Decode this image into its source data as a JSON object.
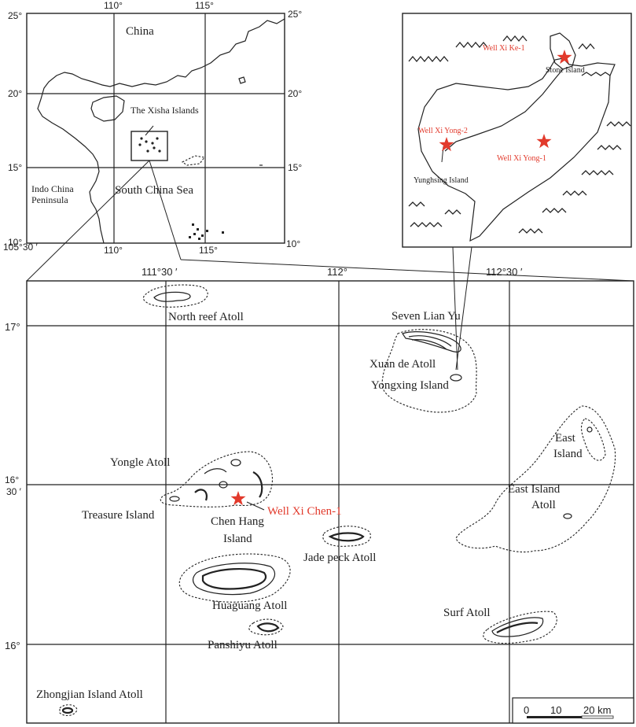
{
  "overview": {
    "top_lon_labels": [
      "110°",
      "115°"
    ],
    "bottom_lon_labels": [
      "105°30 ′",
      "110°",
      "115°",
      "10°"
    ],
    "left_lat_labels": [
      "25°",
      "20°",
      "15°",
      "10°"
    ],
    "right_lat_labels": [
      "25°",
      "20°",
      "15°"
    ],
    "labels": {
      "china": "China",
      "xisha": "The Xisha Islands",
      "south_china_sea": "South China Sea",
      "indochina_line1": "Indo China",
      "indochina_line2": "Peninsula"
    }
  },
  "inset": {
    "wells": [
      {
        "name": "Well Xi Ke-1"
      },
      {
        "name": "Well Xi Yong-2"
      },
      {
        "name": "Well Xi Yong-1"
      }
    ],
    "labels": {
      "stone_island": "Stone Island",
      "yunghsing_island": "Yunghsing Island"
    },
    "well_color": "#e23a2c"
  },
  "main_map": {
    "lon_labels": [
      "111°30 ′",
      "112°",
      "112°30 ′"
    ],
    "lat_labels": {
      "lat_17": "17°",
      "lat_16_30_line1": "16°",
      "lat_16_30_line2": "30 ′",
      "lat_16": "16°"
    },
    "atolls": {
      "north_reef": "North reef Atoll",
      "seven_lian_yu": "Seven Lian Yu",
      "xuan_de": "Xuan de Atoll",
      "yongxing": "Yongxing Island",
      "east_island_line1": "East",
      "east_island_line2": "Island",
      "east_island_atoll_line1": "East Island",
      "east_island_atoll_line2": "Atoll",
      "yongle": "Yongle Atoll",
      "treasure_island": "Treasure Island",
      "chen_hang_line1": "Chen Hang",
      "chen_hang_line2": "Island",
      "jade_peck": "Jade peck Atoll",
      "huaguang": "Huaguang Atoll",
      "surf": "Surf Atoll",
      "panshiyu": "Panshiyu Atoll",
      "zhongjian": "Zhongjian Island Atoll"
    },
    "well": {
      "name": "Well Xi Chen-1"
    },
    "scale_bar": {
      "ticks": [
        "0",
        "10",
        "20 km"
      ]
    }
  },
  "colors": {
    "accent_red": "#e23a2c",
    "line": "#222222"
  }
}
